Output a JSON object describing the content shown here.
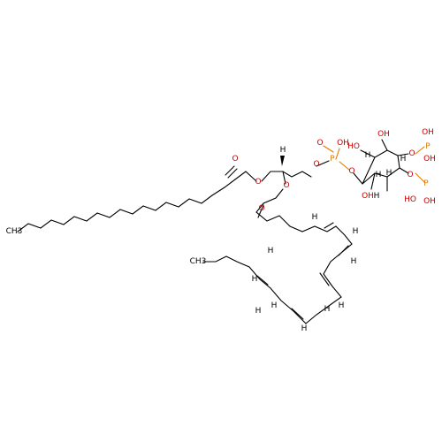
{
  "labels": {
    "ch3": "CH3",
    "o": "O",
    "oh": "OH",
    "ho": "HO",
    "p": "P",
    "h": "H"
  },
  "colors": {
    "oxygen": "#cc0000",
    "phosphorus": "#e07b00",
    "carbon": "#000000"
  }
}
